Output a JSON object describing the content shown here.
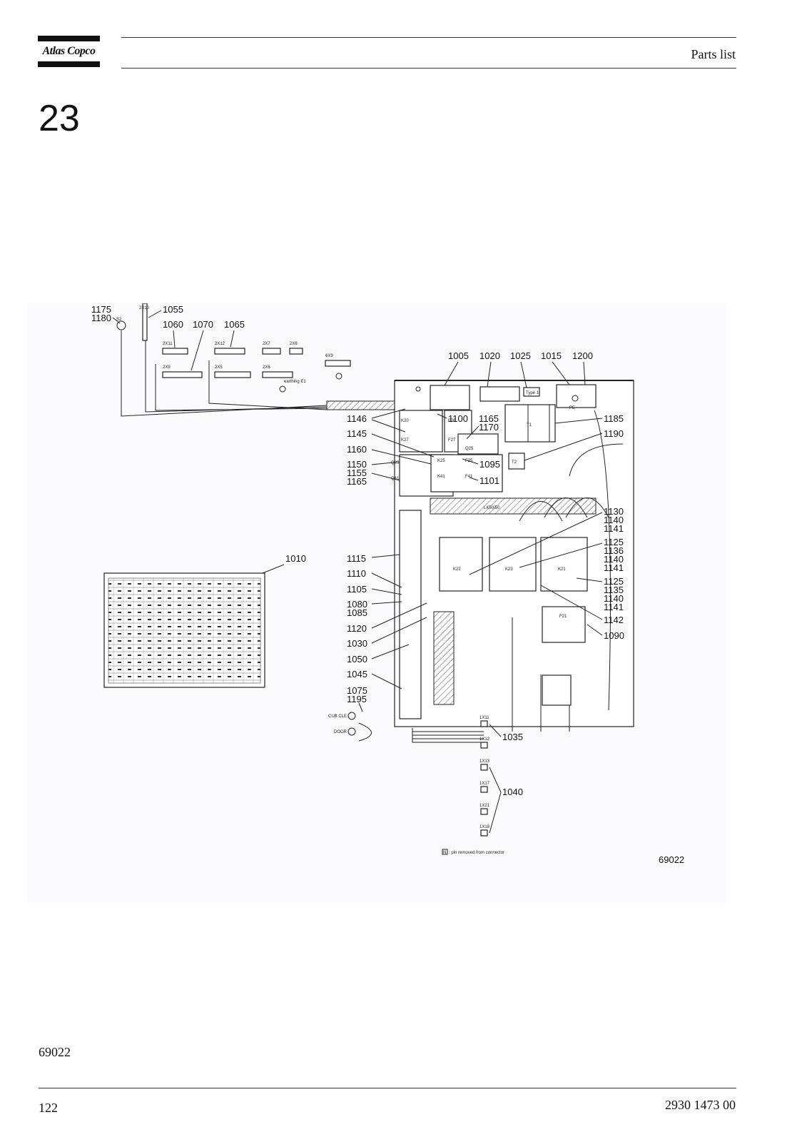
{
  "header": {
    "brand": "Atlas Copco",
    "section_title": "Parts list"
  },
  "chapter_number": "23",
  "figure": {
    "figure_id": "69022",
    "callouts": [
      "1175",
      "1180",
      "1055",
      "1060",
      "1070",
      "1065",
      "1005",
      "1020",
      "1025",
      "1015",
      "1200",
      "1146",
      "1100",
      "1165",
      "1170",
      "1185",
      "1145",
      "1190",
      "1160",
      "1150",
      "1155",
      "1165",
      "1095",
      "1101",
      "1130",
      "1140",
      "1141",
      "1125",
      "1136",
      "1140",
      "1141",
      "1115",
      "1010",
      "1110",
      "1105",
      "1080",
      "1085",
      "1120",
      "1030",
      "1050",
      "1045",
      "1075",
      "1195",
      "1125",
      "1135",
      "1140",
      "1141",
      "1142",
      "1090",
      "1035",
      "1040"
    ],
    "connectors_top": [
      "2X10",
      "2X11",
      "2X12",
      "2X7",
      "2X8",
      "2X9",
      "2X5",
      "2X6",
      "6X9"
    ],
    "connectors_bottom": [
      "1X11",
      "1X12",
      "1X13",
      "1X17",
      "1X21",
      "1X18"
    ],
    "component_labels": [
      "S2",
      "K20",
      "K27",
      "F26",
      "F27",
      "Q25",
      "K25",
      "K41",
      "F25",
      "F41",
      "Q41",
      "T1",
      "T2",
      "PE",
      "LK50/50",
      "K22",
      "K23",
      "K21",
      "F21",
      "Type 1",
      "earthing E1",
      "CUB CLE",
      "DOOR"
    ],
    "legend_note": ": pin removed from connector",
    "legend_symbol": "N"
  },
  "footer": {
    "figure_id": "69022",
    "page_number": "122",
    "document_number": "2930 1473 00"
  }
}
